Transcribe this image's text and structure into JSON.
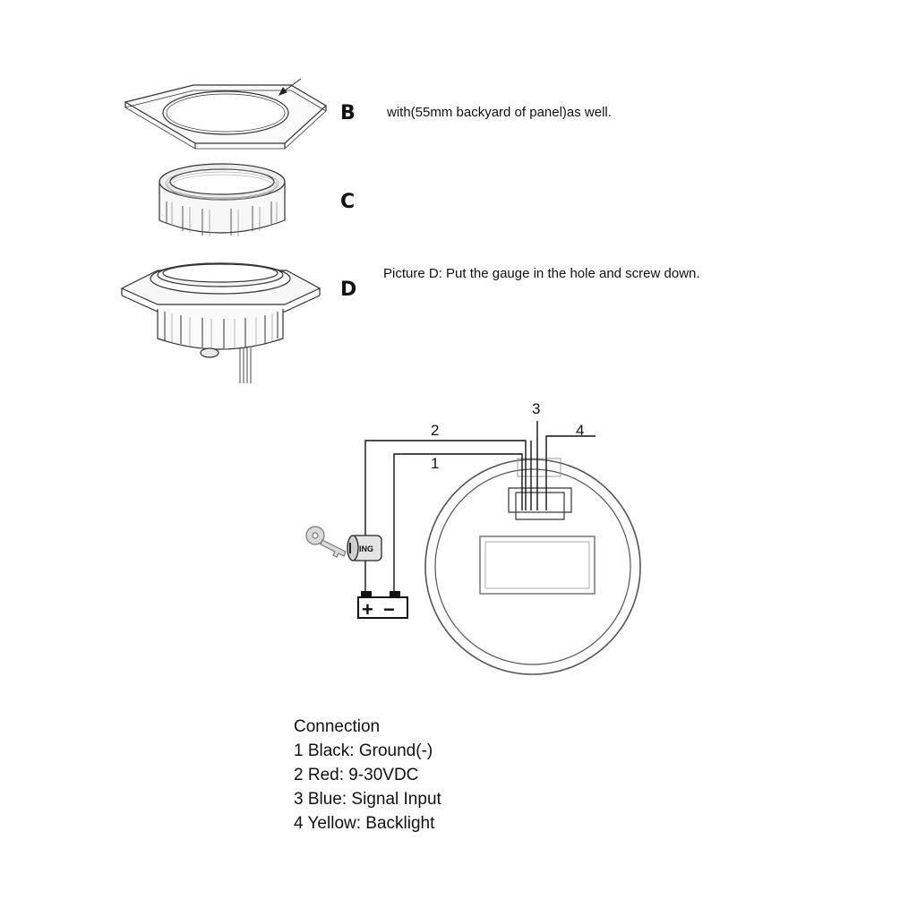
{
  "steps": [
    {
      "letter": "B",
      "caption": "with(55mm backyard of panel)as well."
    },
    {
      "letter": "C",
      "caption": ""
    },
    {
      "letter": "D",
      "caption": "Picture D: Put the gauge in the hole and screw down."
    }
  ],
  "wiring": {
    "wire_labels": [
      "1",
      "2",
      "3",
      "4"
    ],
    "ignition_label": "ING",
    "battery_plus": "+",
    "battery_minus": "−"
  },
  "legend": {
    "title": "Connection",
    "items": [
      "1 Black: Ground(-)",
      "2 Red: 9-30VDC",
      "3 Blue: Signal Input",
      "4 Yellow: Backlight"
    ]
  }
}
